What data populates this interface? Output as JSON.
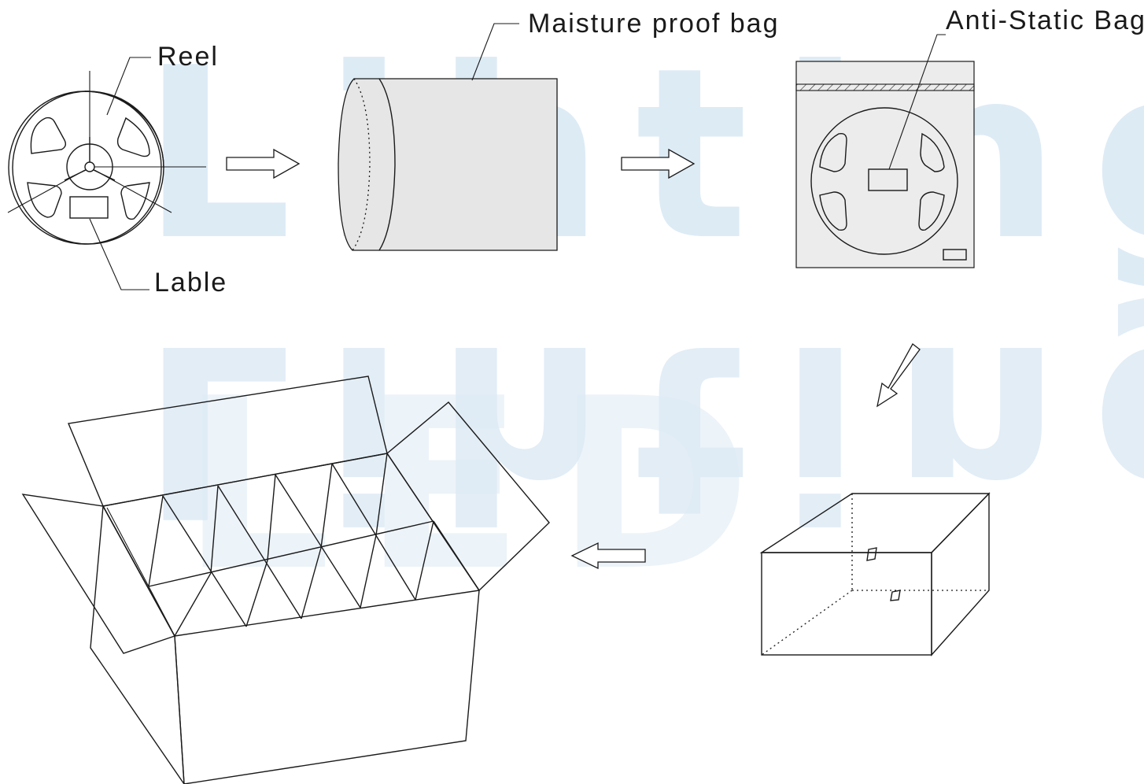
{
  "labels": {
    "reel": "Reel",
    "lable": "Lable",
    "moisture_bag": "Maisture proof bag",
    "antistatic_bag": "Anti-Static Bag"
  },
  "watermark": {
    "line1": "Lihting",
    "line2": "LED"
  },
  "colors": {
    "line": "#1a1a1a",
    "bag_fill": "#e6e6e6",
    "watermark": "#ddebf5"
  }
}
